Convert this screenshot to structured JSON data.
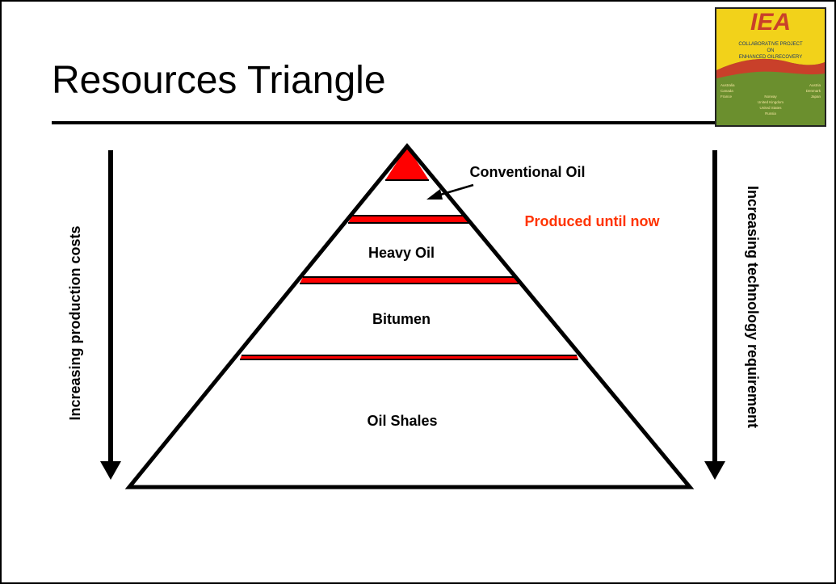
{
  "slide": {
    "title": "Resources Triangle"
  },
  "logo": {
    "icon": "iea-eor-logo",
    "brand": "IEA",
    "line1": "COLLABORATIVE PROJECT",
    "line2": "ON",
    "line3": "ENHANCED OILRECOVERY",
    "countries": [
      "Australia",
      "Austria",
      "Canada",
      "Denmark",
      "France",
      "Norway",
      "Japan",
      "United Kingdom",
      "United States",
      "Russia"
    ],
    "colors": {
      "top": "#f2d21a",
      "bottom": "#6b8f2e",
      "hill": "#c9402a"
    }
  },
  "diagram": {
    "levels": [
      "Conventional Oil",
      "Heavy Oil",
      "Bitumen",
      "Oil Shales"
    ],
    "produced_label": "Produced until now",
    "left_axis_label": "Increasing production costs",
    "right_axis_label": "Increasing technology requirement",
    "colors": {
      "produced": "#ff0000",
      "produced_text": "#ff3300",
      "outline": "#000000"
    }
  }
}
